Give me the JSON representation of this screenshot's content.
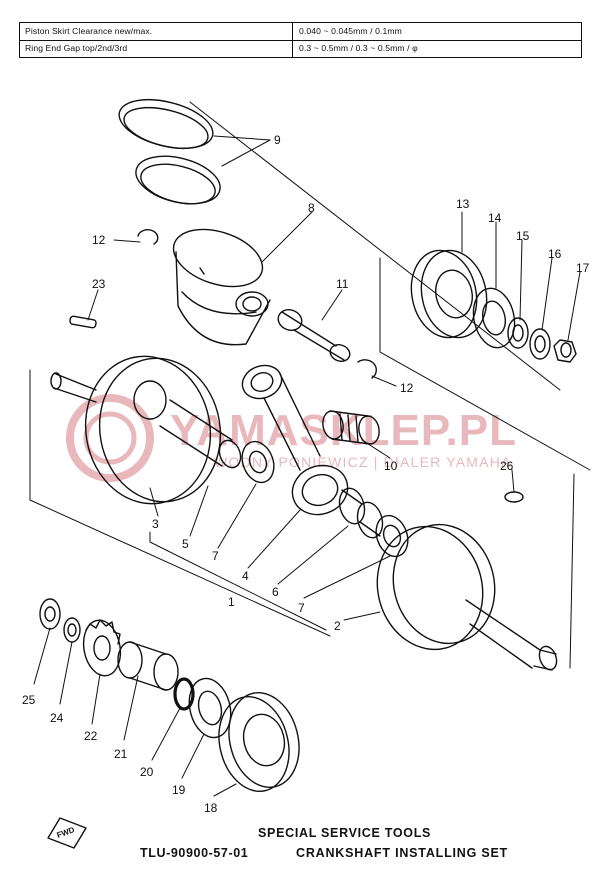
{
  "spec_table": {
    "rows": [
      {
        "label": "Piston Skirt Clearance new/max.",
        "value": "0.040 ~ 0.045mm / 0.1mm"
      },
      {
        "label": "Ring End Gap top/2nd/3rd",
        "value": "0.3 ~ 0.5mm / 0.3 ~ 0.5mm / φ"
      }
    ]
  },
  "watermark": {
    "title": "YAMASKLEP.PL",
    "subtitle": "WODNY PONIEWICZ | DIALER YAMAHA",
    "color": "#e8b8bc"
  },
  "callouts": {
    "n1": "1",
    "n2": "2",
    "n3": "3",
    "n4": "4",
    "n5": "5",
    "n6": "6",
    "n7a": "7",
    "n7b": "7",
    "n8": "8",
    "n9": "9",
    "n10": "10",
    "n11": "11",
    "n12a": "12",
    "n12b": "12",
    "n13": "13",
    "n14": "14",
    "n15": "15",
    "n16": "16",
    "n17": "17",
    "n18": "18",
    "n19": "19",
    "n20": "20",
    "n21": "21",
    "n22": "22",
    "n23": "23",
    "n24": "24",
    "n25": "25",
    "n26": "26"
  },
  "fwd_label": "FWD",
  "footer": {
    "heading": "SPECIAL SERVICE TOOLS",
    "tool_number": "TLU-90900-57-01",
    "tool_name": "CRANKSHAFT INSTALLING SET"
  }
}
